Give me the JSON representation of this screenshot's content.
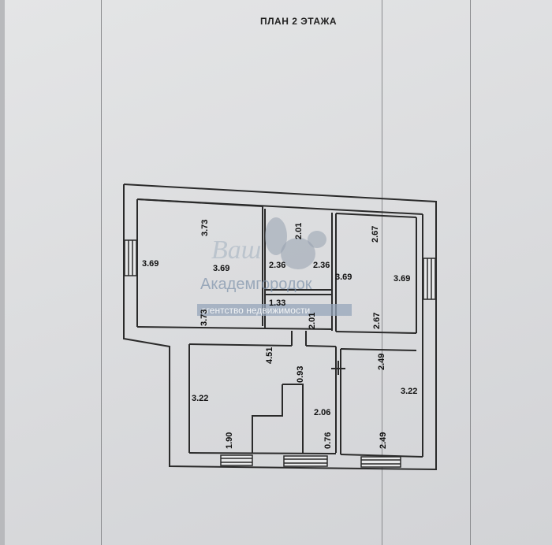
{
  "page": {
    "title": "ПЛАН 2 ЭТАЖА"
  },
  "watermark": {
    "logo": "Ваш",
    "company": "Академгородок",
    "tagline": "агентство недвижимости"
  },
  "dimensions": {
    "nw_top": "3.73",
    "nw_left": "3.69",
    "nw_mid": "3.69",
    "nw_bottom": "3.73",
    "bath_top": "2.01",
    "bath_left": "2.36",
    "bath_right": "2.36",
    "small_w": "1.33",
    "small_h": "2.01",
    "ne_top": "2.67",
    "ne_left": "3.69",
    "ne_right": "3.69",
    "ne_bottom": "2.67",
    "sw_top": "4.51",
    "sw_left": "3.22",
    "sw_bottom": "1.90",
    "corr_top": "0.93",
    "corr_mid": "2.06",
    "corr_bottom": "0.76",
    "se_top": "2.49",
    "se_right": "3.22",
    "se_bottom": "2.49"
  },
  "colors": {
    "wall": "#2a2a2a",
    "paper": "#e2e3e5"
  }
}
